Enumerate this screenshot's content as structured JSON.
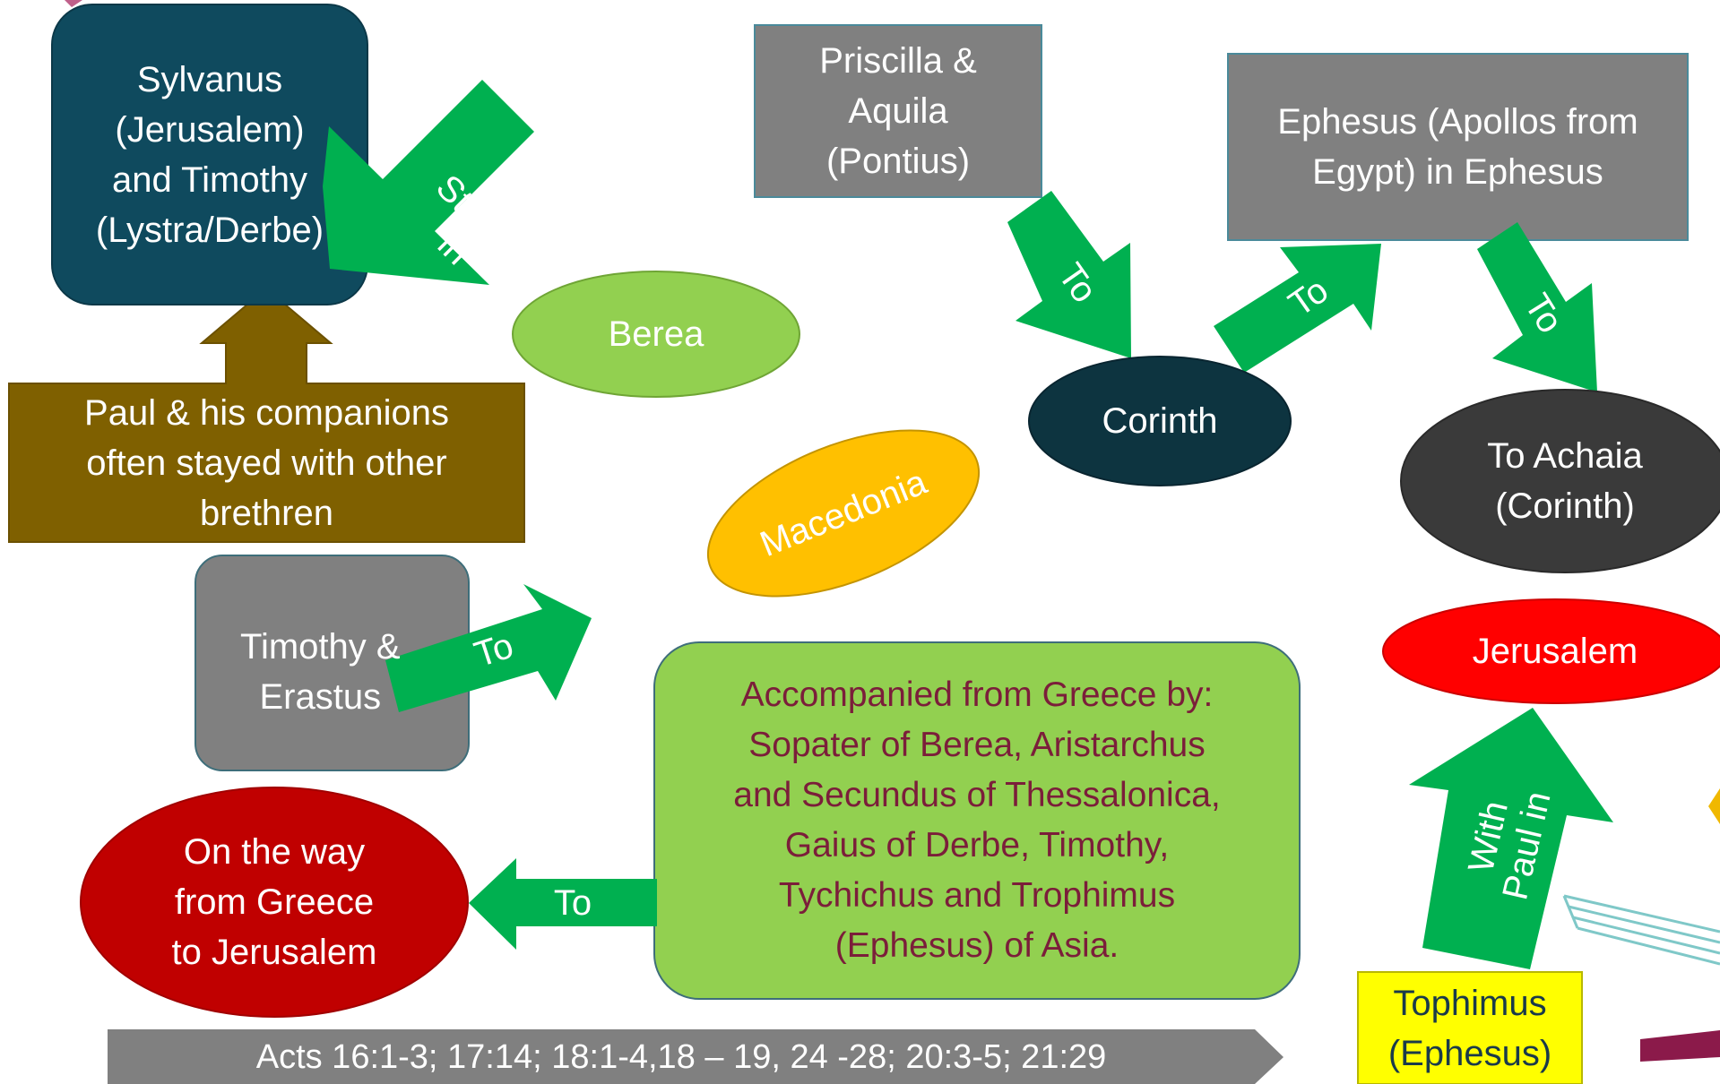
{
  "nodes": {
    "sylvanus": "Sylvanus\n(Jerusalem)\nand Timothy\n(Lystra/Derbe)",
    "paul_companions": "Paul & his companions\noften stayed with other\nbrethren",
    "berea": "Berea",
    "priscilla": "Priscilla &\nAquila\n(Pontius)",
    "ephesus": "Ephesus (Apollos from\nEgypt) in Ephesus",
    "corinth": "Corinth",
    "achaia": "To Achaia\n(Corinth)",
    "macedonia": "Macedonia",
    "timothy_erastus": "Timothy &\nErastus",
    "jerusalem": "Jerusalem",
    "accompanied": "Accompanied from Greece by:\nSopater of Berea, Aristarchus\nand Secundus of Thessalonica,\nGaius of Derbe, Timothy,\nTychichus and Trophimus\n(Ephesus) of Asia.",
    "on_the_way": "On the way\nfrom Greece\nto Jerusalem",
    "tophimus": "Tophimus\n(Ephesus)"
  },
  "arrow_labels": {
    "stayed_in": "Stayed\nin",
    "to_corinth": "To",
    "to_ephesus": "To",
    "to_achaia": "To",
    "to_macedonia": "To",
    "to_left": "To",
    "with_paul_in": "With\nPaul in"
  },
  "footer": "Acts 16:1-3; 17:14; 18:1-4,18 – 19, 24 -28; 20:3-5; 21:29",
  "colors": {
    "teal": "#0f4a5e",
    "olive": "#7f6000",
    "gray": "#808080",
    "dark_gray": "#404040",
    "light_green": "#92d050",
    "green_arrow": "#00b050",
    "dark_teal": "#0d3440",
    "gold": "#ffc000",
    "red": "#ff0000",
    "dark_red": "#c00000",
    "yellow": "#ffff00",
    "maroon_text": "#7b1e3a"
  }
}
